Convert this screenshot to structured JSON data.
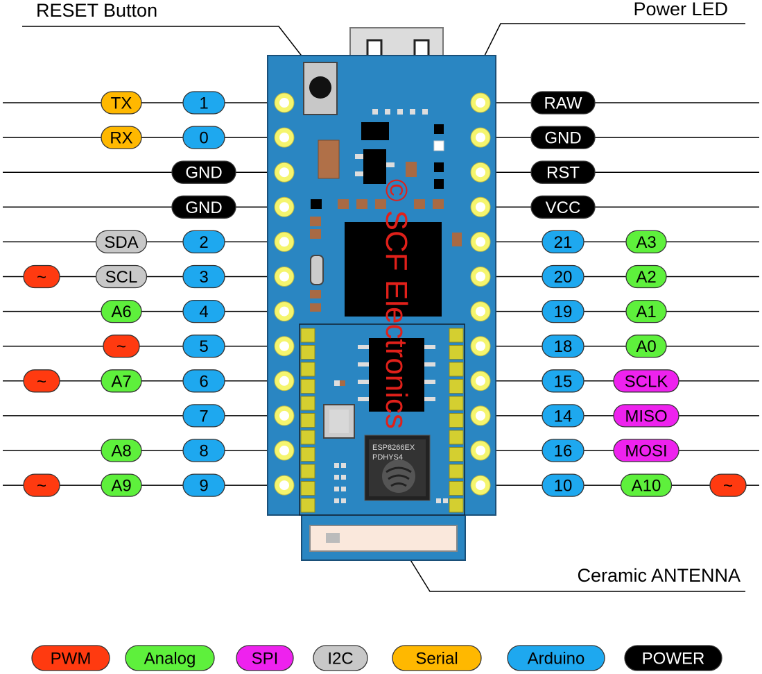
{
  "callouts": {
    "reset": "RESET Button",
    "power_led": "Power LED",
    "antenna": "Ceramic ANTENNA"
  },
  "watermark": "© SCF Electronics",
  "chip_marking": [
    "ESP8266EX",
    "PDHYS4"
  ],
  "colors": {
    "pwm": "#ff3a10",
    "analog": "#5ef03c",
    "spi": "#ee22ee",
    "i2c": "#c8c8c8",
    "serial": "#ffb800",
    "arduino": "#1ea8ef",
    "power": "#000000",
    "board": "#2a86c2",
    "pad_ring": "#f5f56e"
  },
  "left_pins": [
    {
      "labels": [
        {
          "type": "serial",
          "text": "TX"
        },
        {
          "type": "arduino",
          "text": "1"
        }
      ]
    },
    {
      "labels": [
        {
          "type": "serial",
          "text": "RX"
        },
        {
          "type": "arduino",
          "text": "0"
        }
      ]
    },
    {
      "labels": [
        {
          "type": "power",
          "text": "GND"
        }
      ]
    },
    {
      "labels": [
        {
          "type": "power",
          "text": "GND"
        }
      ]
    },
    {
      "labels": [
        {
          "type": "i2c",
          "text": "SDA"
        },
        {
          "type": "arduino",
          "text": "2"
        }
      ]
    },
    {
      "labels": [
        {
          "type": "pwm",
          "text": "~"
        },
        {
          "type": "i2c",
          "text": "SCL"
        },
        {
          "type": "arduino",
          "text": "3"
        }
      ]
    },
    {
      "labels": [
        {
          "type": "analog",
          "text": "A6"
        },
        {
          "type": "arduino",
          "text": "4"
        }
      ]
    },
    {
      "labels": [
        {
          "type": "pwm",
          "text": "~"
        },
        {
          "type": "arduino",
          "text": "5"
        }
      ]
    },
    {
      "labels": [
        {
          "type": "pwm",
          "text": "~"
        },
        {
          "type": "analog",
          "text": "A7"
        },
        {
          "type": "arduino",
          "text": "6"
        }
      ]
    },
    {
      "labels": [
        {
          "type": "arduino",
          "text": "7"
        }
      ]
    },
    {
      "labels": [
        {
          "type": "analog",
          "text": "A8"
        },
        {
          "type": "arduino",
          "text": "8"
        }
      ]
    },
    {
      "labels": [
        {
          "type": "pwm",
          "text": "~"
        },
        {
          "type": "analog",
          "text": "A9"
        },
        {
          "type": "arduino",
          "text": "9"
        }
      ]
    }
  ],
  "right_pins": [
    {
      "labels": [
        {
          "type": "power",
          "text": "RAW"
        }
      ]
    },
    {
      "labels": [
        {
          "type": "power",
          "text": "GND"
        }
      ]
    },
    {
      "labels": [
        {
          "type": "power",
          "text": "RST"
        }
      ]
    },
    {
      "labels": [
        {
          "type": "power",
          "text": "VCC"
        }
      ]
    },
    {
      "labels": [
        {
          "type": "arduino",
          "text": "21"
        },
        {
          "type": "analog",
          "text": "A3"
        }
      ]
    },
    {
      "labels": [
        {
          "type": "arduino",
          "text": "20"
        },
        {
          "type": "analog",
          "text": "A2"
        }
      ]
    },
    {
      "labels": [
        {
          "type": "arduino",
          "text": "19"
        },
        {
          "type": "analog",
          "text": "A1"
        }
      ]
    },
    {
      "labels": [
        {
          "type": "arduino",
          "text": "18"
        },
        {
          "type": "analog",
          "text": "A0"
        }
      ]
    },
    {
      "labels": [
        {
          "type": "arduino",
          "text": "15"
        },
        {
          "type": "spi",
          "text": "SCLK"
        }
      ]
    },
    {
      "labels": [
        {
          "type": "arduino",
          "text": "14"
        },
        {
          "type": "spi",
          "text": "MISO"
        }
      ]
    },
    {
      "labels": [
        {
          "type": "arduino",
          "text": "16"
        },
        {
          "type": "spi",
          "text": "MOSI"
        }
      ]
    },
    {
      "labels": [
        {
          "type": "arduino",
          "text": "10"
        },
        {
          "type": "analog",
          "text": "A10"
        },
        {
          "type": "pwm",
          "text": "~"
        }
      ]
    }
  ],
  "legend": [
    {
      "type": "pwm",
      "text": "PWM"
    },
    {
      "type": "analog",
      "text": "Analog"
    },
    {
      "type": "spi",
      "text": "SPI"
    },
    {
      "type": "i2c",
      "text": "I2C"
    },
    {
      "type": "serial",
      "text": "Serial"
    },
    {
      "type": "arduino",
      "text": "Arduino"
    },
    {
      "type": "power",
      "text": "POWER"
    }
  ]
}
